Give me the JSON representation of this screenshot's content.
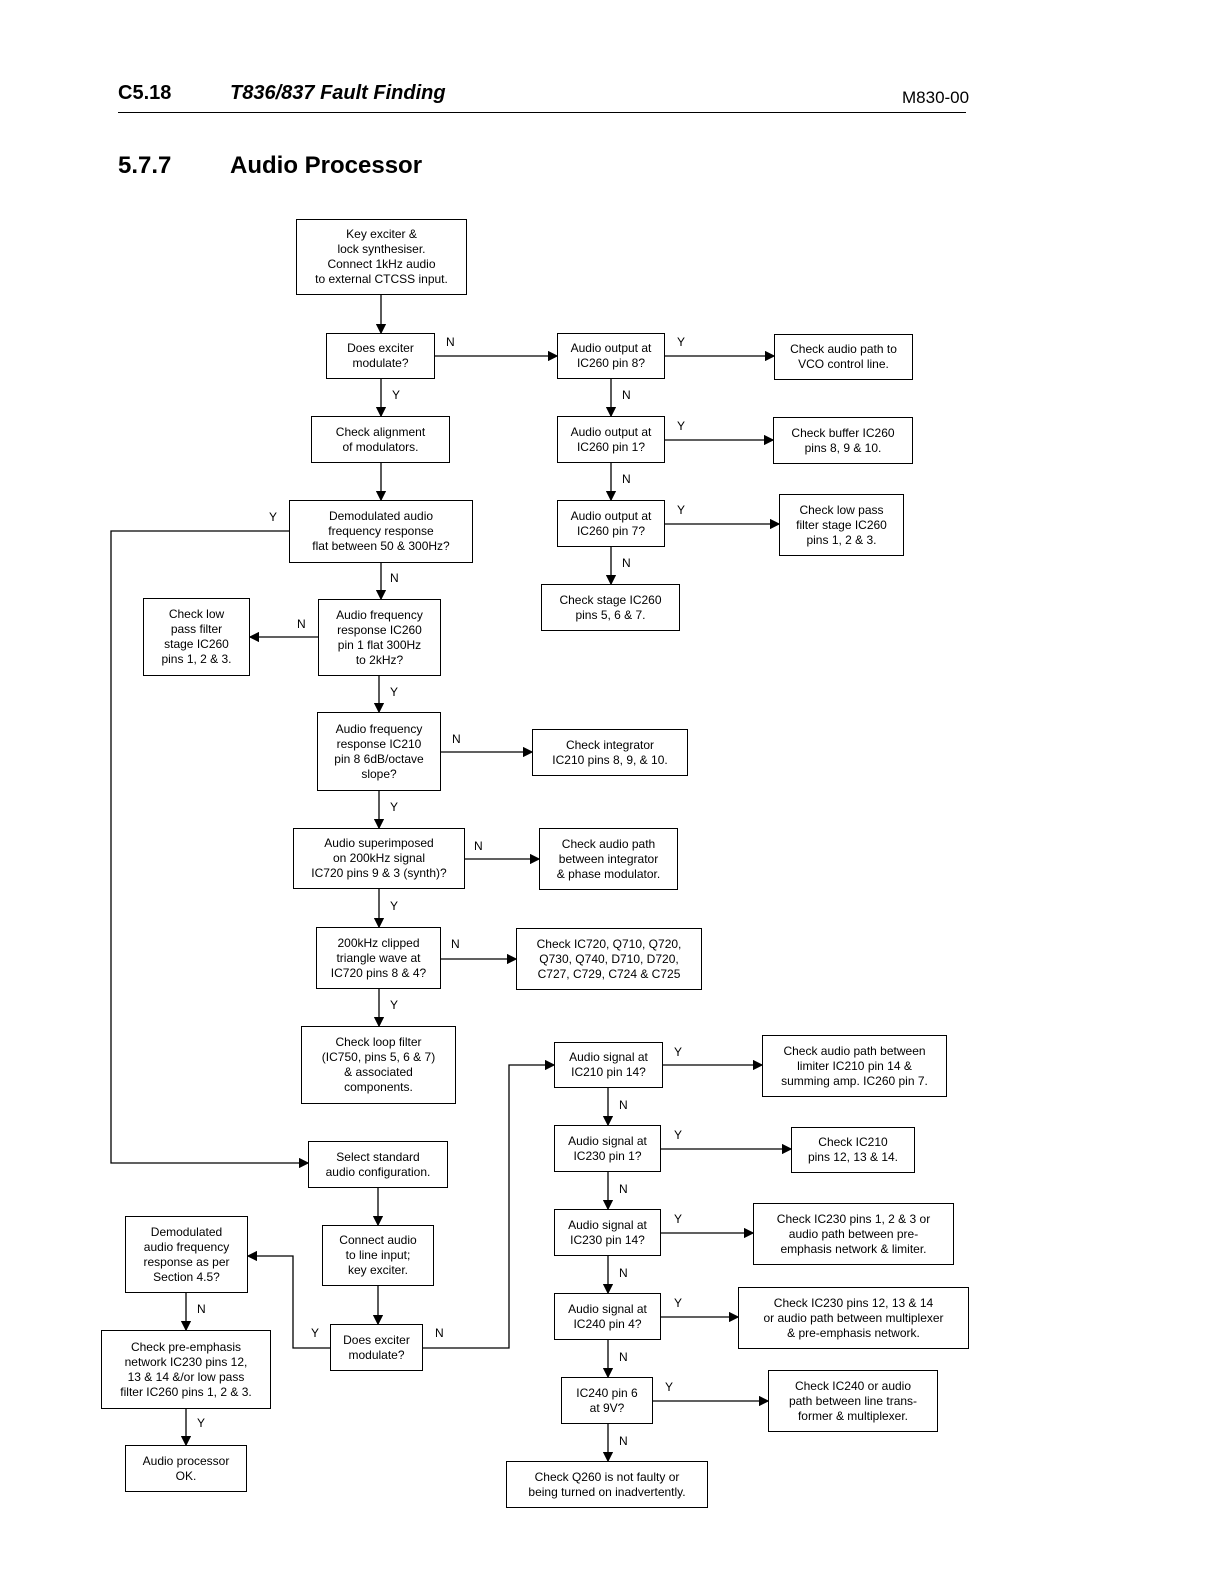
{
  "header": {
    "page_number": "C5.18",
    "title": "T836/837 Fault Finding",
    "doc_code": "M830-00"
  },
  "section": {
    "number": "5.7.7",
    "title": "Audio Processor"
  },
  "boxes": {
    "start": "Key exciter &\nlock synthesiser.\nConnect 1kHz audio\nto external CTCSS input.",
    "q_modulate": "Does exciter\nmodulate?",
    "check_alignment": "Check alignment\nof modulators.",
    "q_flat_50_300": "Demodulated audio\nfrequency response\nflat between 50 & 300Hz?",
    "q_ic260_pin1_flat": "Audio frequency\nresponse IC260\npin 1 flat 300Hz\nto 2kHz?",
    "check_lowpass_left": "Check low\npass filter\nstage IC260\npins 1, 2 & 3.",
    "q_ic210_pin8": "Audio frequency\nresponse IC210\npin 8 6dB/octave\nslope?",
    "check_integrator": "Check integrator\nIC210 pins 8, 9, & 10.",
    "q_superimposed": "Audio superimposed\non 200kHz signal\nIC720 pins 9 & 3 (synth)?",
    "check_path_integrator": "Check audio path\nbetween integrator\n& phase modulator.",
    "q_200khz": "200kHz clipped\ntriangle wave at\nIC720 pins 8 & 4?",
    "check_ic720": "Check IC720, Q710, Q720,\nQ730, Q740, D710, D720,\nC727, C729, C724 & C725",
    "check_loop_filter": "Check loop filter\n(IC750, pins 5, 6 & 7)\n& associated\ncomponents.",
    "q_ic260_pin8": "Audio output at\nIC260 pin 8?",
    "check_vco": "Check audio path to\nVCO control line.",
    "q_ic260_pin1": "Audio output at\nIC260 pin 1?",
    "check_buffer": "Check buffer IC260\npins 8, 9 & 10.",
    "q_ic260_pin7": "Audio output at\nIC260 pin 7?",
    "check_lowpass_right": "Check low pass\nfilter stage IC260\npins 1, 2 & 3.",
    "check_stage": "Check stage IC260\npins 5, 6 & 7.",
    "select_standard": "Select standard\naudio configuration.",
    "connect_line": "Connect audio\nto line input;\nkey exciter.",
    "q_modulate2": "Does exciter\nmodulate?",
    "q_demod_section": "Demodulated\naudio frequency\nresponse as per\nSection 4.5?",
    "check_preemphasis": "Check pre-emphasis\nnetwork IC230 pins 12,\n13 & 14 &/or low pass\nfilter IC260 pins 1, 2 & 3.",
    "ok": "Audio processor\nOK.",
    "q_ic210_pin14": "Audio signal at\nIC210 pin 14?",
    "check_limiter": "Check audio path between\nlimiter IC210 pin 14 &\nsumming amp. IC260 pin 7.",
    "q_ic230_pin1": "Audio signal at\nIC230 pin 1?",
    "check_ic210": "Check IC210\npins 12, 13 & 14.",
    "q_ic230_pin14": "Audio signal at\nIC230 pin 14?",
    "check_ic230_123": "Check IC230 pins 1, 2 & 3 or\naudio path between pre-\nemphasis network & limiter.",
    "q_ic240_pin4": "Audio signal at\nIC240 pin 4?",
    "check_ic230_121314": "Check IC230 pins 12, 13 & 14\nor audio path between multiplexer\n& pre-emphasis network.",
    "q_ic240_pin6": "IC240 pin 6\nat 9V?",
    "check_ic240": "Check IC240 or audio\npath between line trans-\nformer & multiplexer.",
    "check_q260": "Check Q260 is not faulty or\nbeing turned on inadvertently."
  },
  "branch": {
    "yes": "Y",
    "no": "N"
  }
}
